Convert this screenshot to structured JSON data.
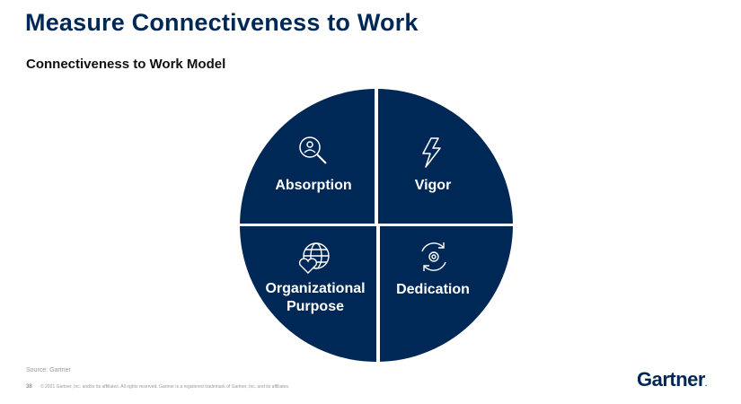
{
  "title": "Measure Connectiveness to Work",
  "subtitle": "Connectiveness to Work Model",
  "colors": {
    "quadrant": "#002856",
    "title": "#002856",
    "divider": "#ffffff"
  },
  "quadrants": [
    {
      "label": "Absorption",
      "icon": "magnifier-person-icon"
    },
    {
      "label": "Vigor",
      "icon": "lightning-bolt-icon"
    },
    {
      "label_line1": "Organizational",
      "label_line2": "Purpose",
      "icon": "globe-heart-icon"
    },
    {
      "label": "Dedication",
      "icon": "gear-cycle-icon"
    }
  ],
  "source": "Source: Gartner",
  "footer": {
    "page": "38",
    "copyright": "© 2021 Gartner, Inc. and/or its affiliates. All rights reserved. Gartner is a registered trademark of Gartner, Inc. and its affiliates."
  },
  "logo": "Gartner"
}
